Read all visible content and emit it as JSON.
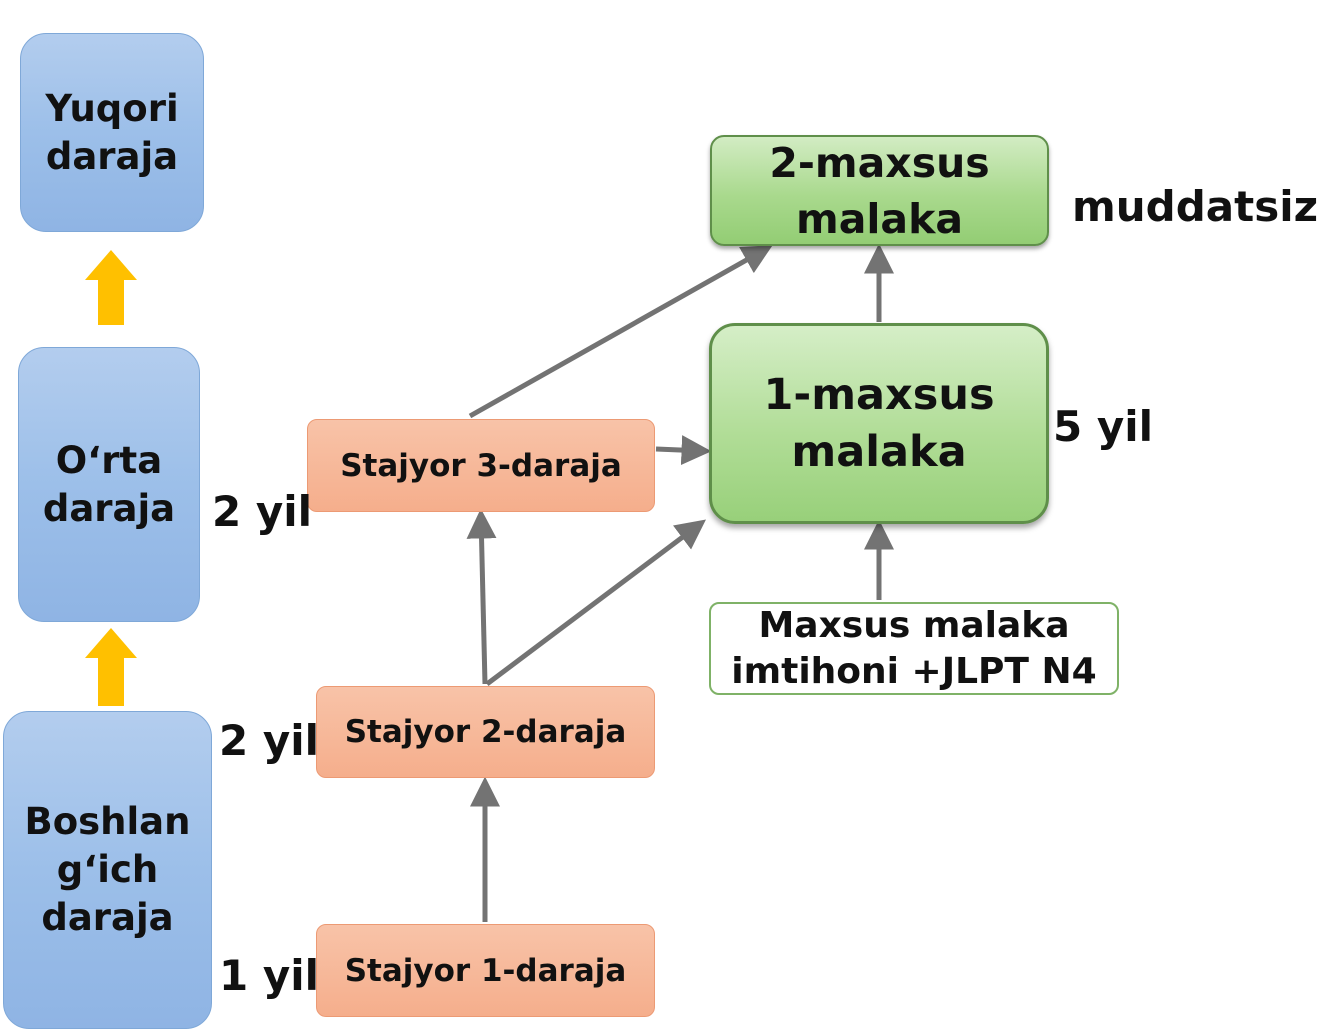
{
  "levels": {
    "top": "Yuqori\ndaraja",
    "middle": "O‘rta\ndaraja",
    "beginner": "Boshlan\ng‘ich\ndaraja"
  },
  "stajyor": {
    "level1": "Stajyor 1-daraja",
    "level2": "Stajyor 2-daraja",
    "level3": "Stajyor 3-daraja"
  },
  "qualifications": {
    "special1": "1-maxsus\nmalaka",
    "special2": "2-maxsus\nmalaka"
  },
  "exam": "Maxsus malaka\nimtihoni +JLPT N4",
  "durations": {
    "stajyor1": "1 yil",
    "stajyor2": "2 yil",
    "stajyor3": "2 yil",
    "special1": "5 yil",
    "special2": "muddatsiz"
  },
  "colors": {
    "level_blue": "#9cbfe9",
    "stajyor_orange": "#f5ae8c",
    "qualification_green": "#a9d98d",
    "arrow_gray": "#737373",
    "arrow_yellow": "#ffc000"
  }
}
